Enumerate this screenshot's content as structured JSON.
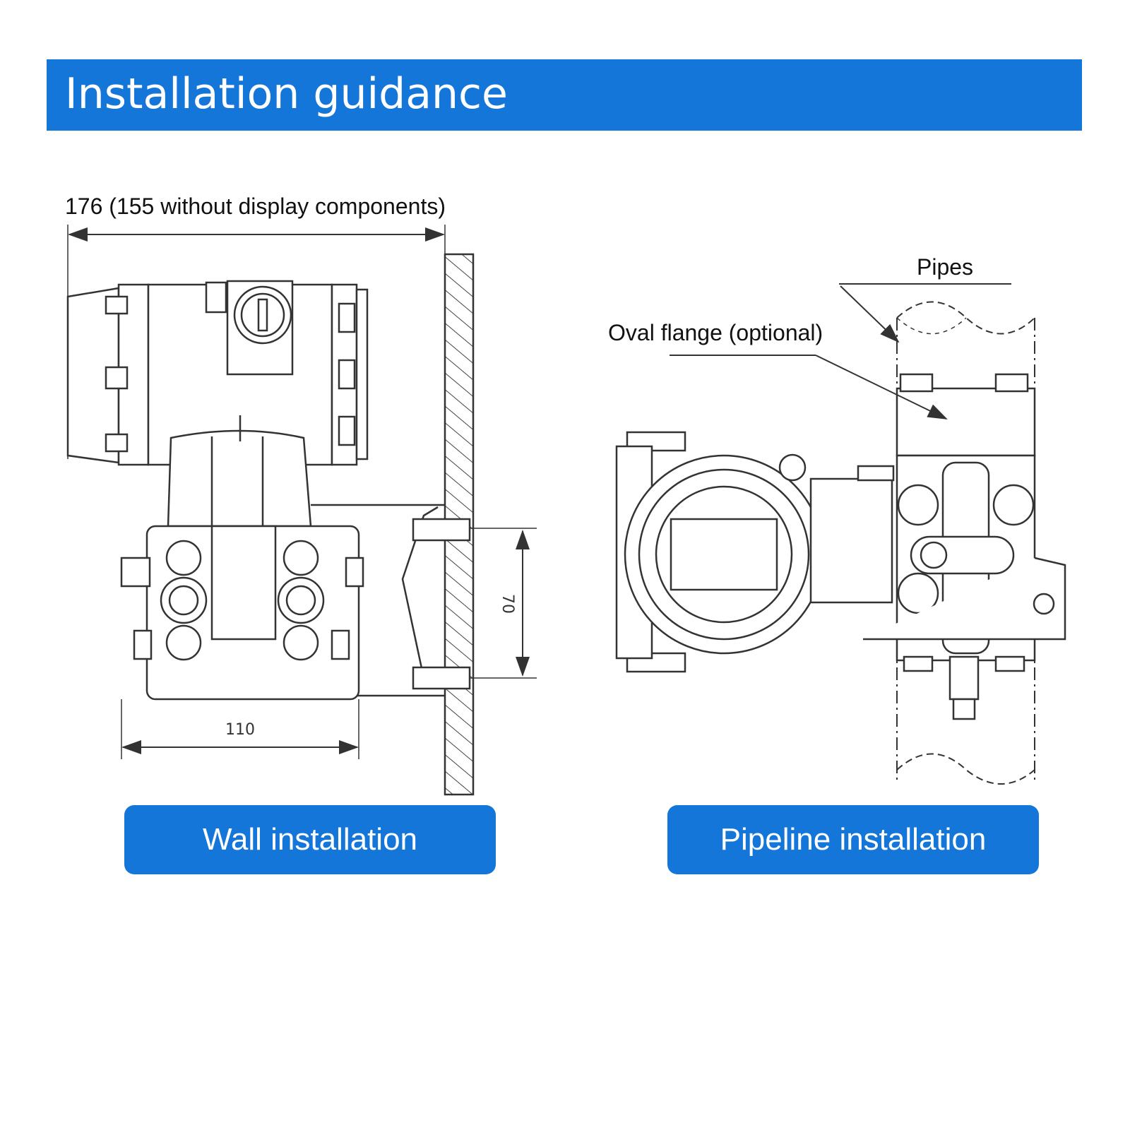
{
  "header": {
    "title": "Installation guidance"
  },
  "wall": {
    "dimension_top_label": "176 (155 without display components)",
    "dimension_bottom_label": "110",
    "dimension_side_label": "70",
    "button_label": "Wall installation"
  },
  "pipeline": {
    "pipes_label": "Pipes",
    "flange_label": "Oval flange (optional)",
    "button_label": "Pipeline installation"
  },
  "colors": {
    "accent": "#1476d9",
    "line": "#333333",
    "text_on_accent": "#ffffff"
  }
}
